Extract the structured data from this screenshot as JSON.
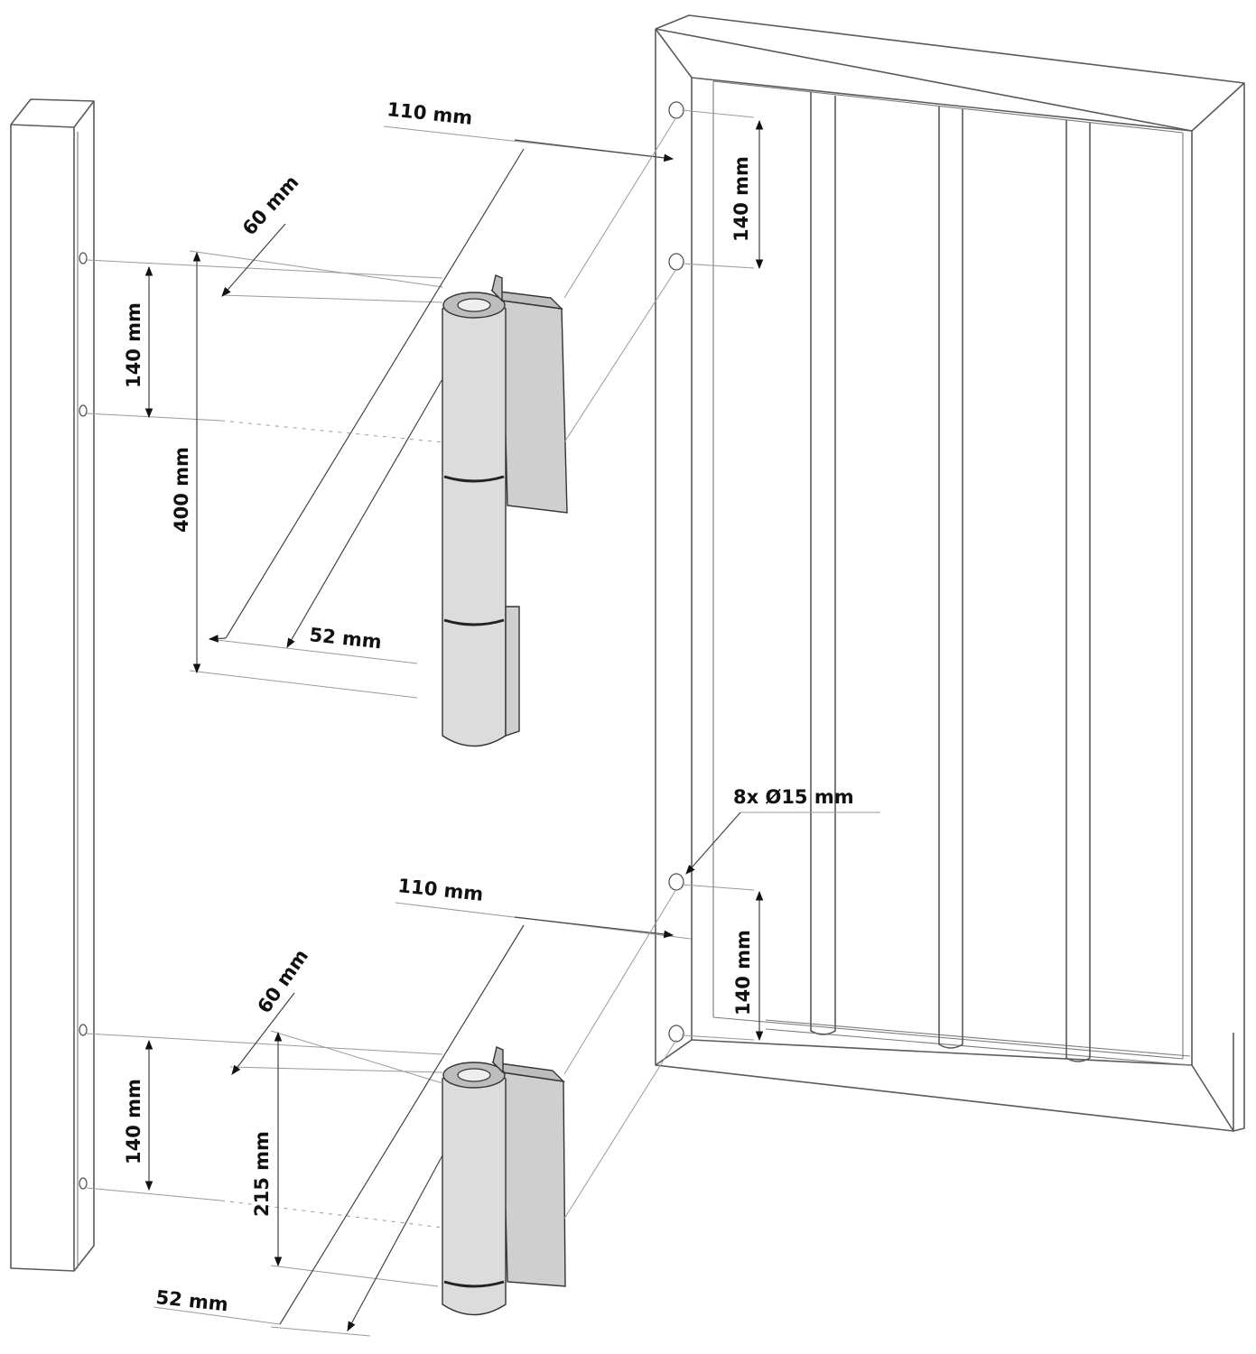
{
  "labels": {
    "top_hole_spacing_gate": "140 mm",
    "top_offset_110": "110 mm",
    "top_offset_60": "60 mm",
    "top_hole_spacing_post": "140 mm",
    "top_hinge_length": "400 mm",
    "top_hinge_width": "52 mm",
    "hole_spec": "8x Ø15 mm",
    "bottom_offset_110": "110 mm",
    "bottom_hole_spacing_gate": "140 mm",
    "bottom_offset_60": "60 mm",
    "bottom_hole_spacing_post": "140 mm",
    "bottom_hinge_length": "215 mm",
    "bottom_hinge_width": "52 mm"
  },
  "colors": {
    "line": "#5a5a5a",
    "hinge": "#dcdcdc",
    "text": "#111111"
  }
}
